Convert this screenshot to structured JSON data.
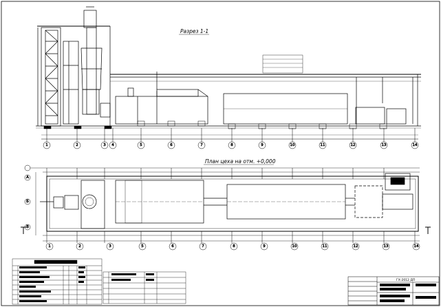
{
  "section": {
    "title": "Разрез 1-1"
  },
  "plan": {
    "title": "План цеха на отм. +0,000"
  },
  "axes": [
    "1",
    "2",
    "3",
    "4",
    "5",
    "6",
    "7",
    "8",
    "9",
    "10",
    "11",
    "12",
    "13",
    "14"
  ],
  "row_axes": [
    "А",
    "Б",
    "В"
  ],
  "stamp": {
    "sheet_code": "ГХ-2012 ДП"
  },
  "colors": {
    "line": "#000000",
    "paper": "#ffffff"
  }
}
